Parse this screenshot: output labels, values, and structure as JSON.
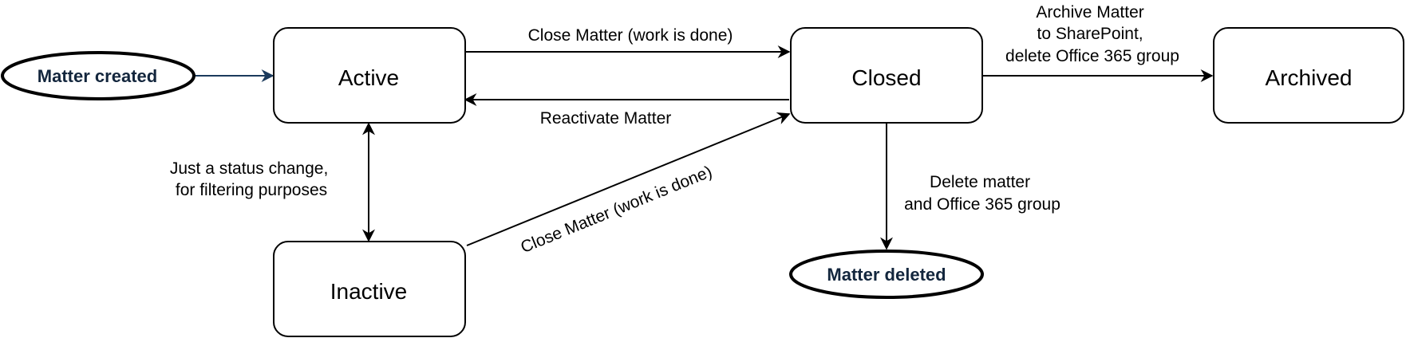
{
  "diagram": {
    "start": {
      "label": "Matter created"
    },
    "end": {
      "label": "Matter deleted"
    },
    "states": {
      "active": "Active",
      "closed": "Closed",
      "archived": "Archived",
      "inactive": "Inactive"
    },
    "edges": {
      "active_to_closed": "Close Matter (work is done)",
      "closed_to_active": "Reactivate Matter",
      "closed_to_archived": [
        "Archive Matter",
        "to SharePoint,",
        "delete Office 365 group"
      ],
      "active_inactive": [
        "Just a status change,",
        "for filtering purposes"
      ],
      "inactive_to_closed": "Close Matter (work is done)",
      "closed_to_deleted": [
        "Delete matter",
        "and Office 365 group"
      ]
    },
    "colors": {
      "start_edge": "#1b3a5c",
      "terminal_text": "#13263d",
      "stroke": "#000000"
    }
  }
}
